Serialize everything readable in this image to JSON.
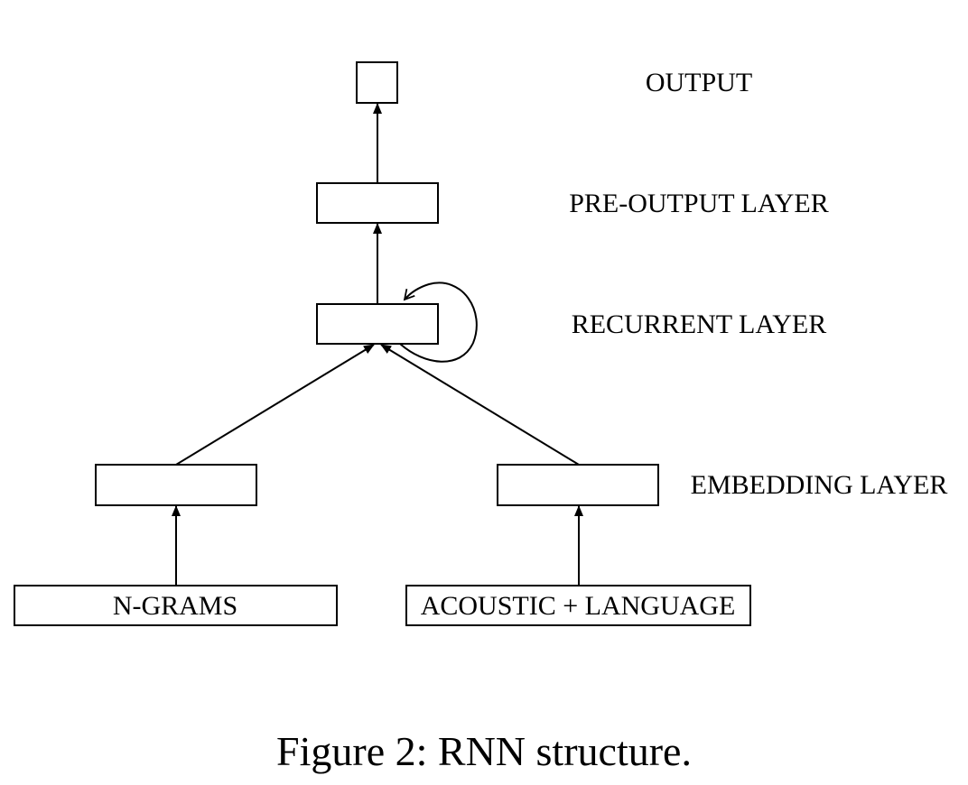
{
  "diagram": {
    "layers": {
      "output": "OUTPUT",
      "pre_output": "PRE-OUTPUT LAYER",
      "recurrent": "RECURRENT LAYER",
      "embedding": "EMBEDDING LAYER"
    },
    "inputs": {
      "ngrams": "N-GRAMS",
      "acoustic_language": "ACOUSTIC + LANGUAGE"
    },
    "caption": "Figure 2: RNN structure."
  }
}
